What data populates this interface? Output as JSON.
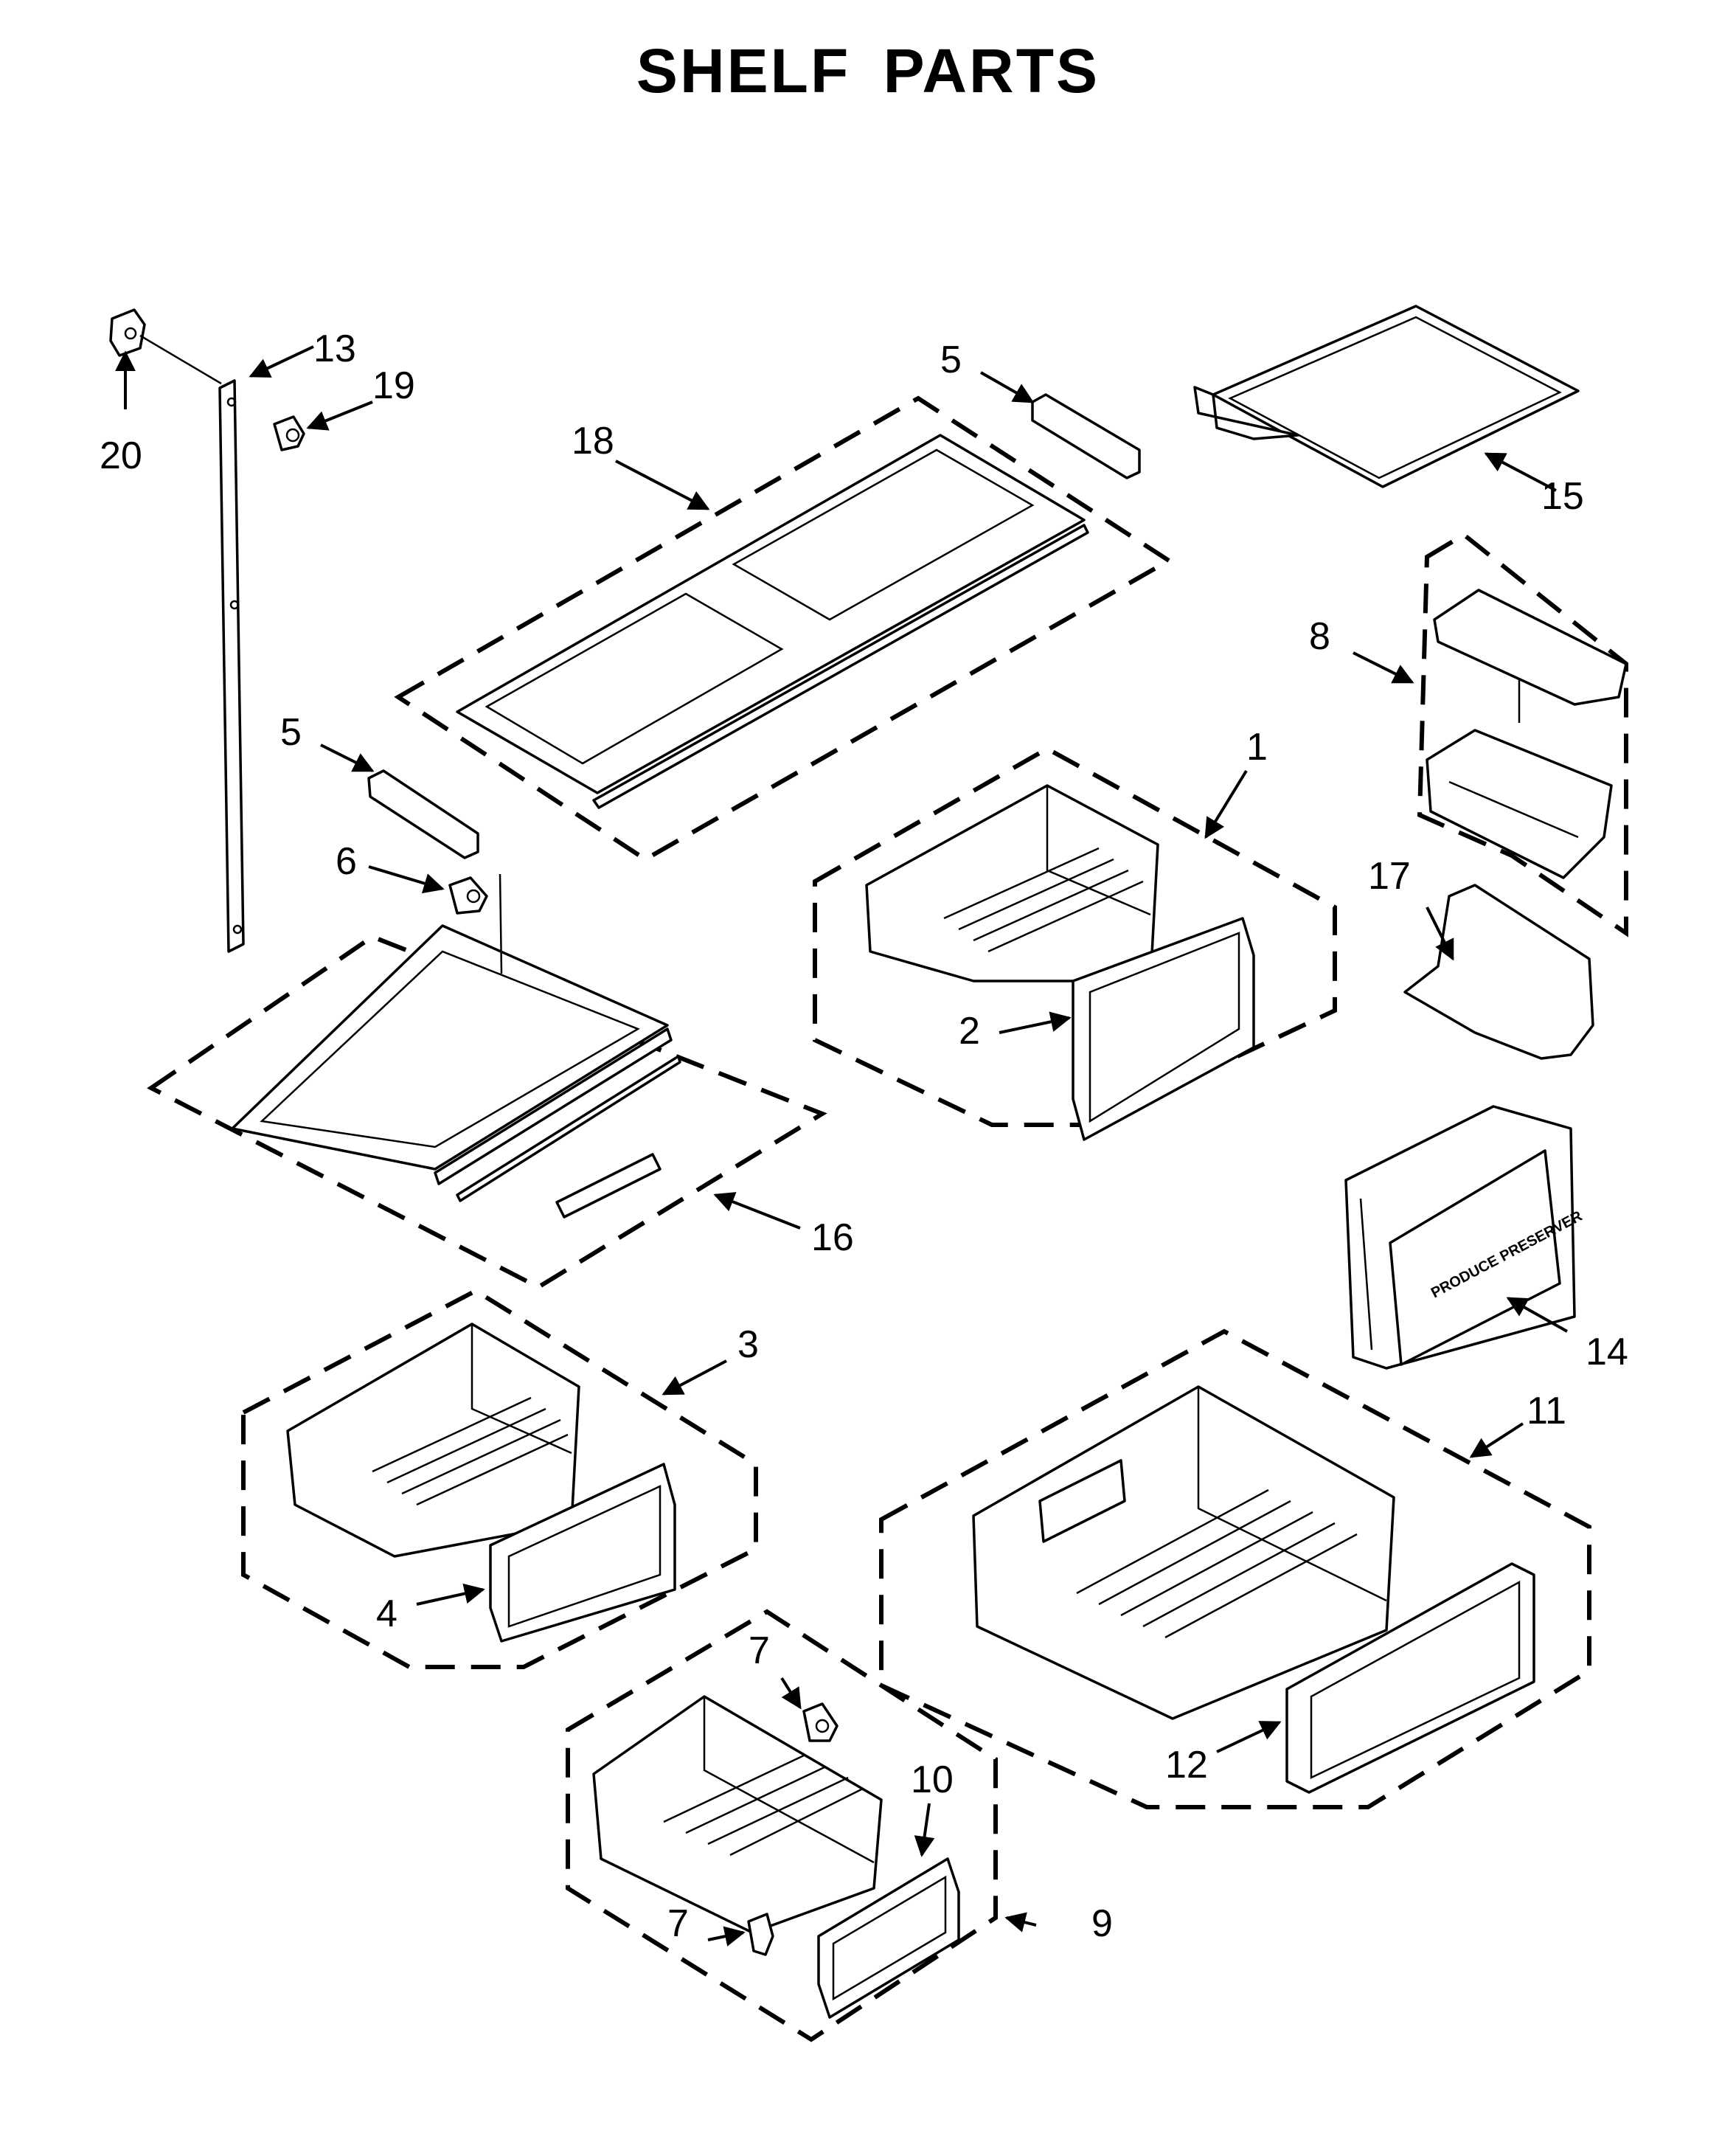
{
  "title": "SHELF PARTS",
  "labels": {
    "l1": "1",
    "l2": "2",
    "l3": "3",
    "l4": "4",
    "l5a": "5",
    "l5b": "5",
    "l6": "6",
    "l7a": "7",
    "l7b": "7",
    "l8": "8",
    "l9": "9",
    "l10": "10",
    "l11": "11",
    "l12": "12",
    "l13": "13",
    "l14": "14",
    "l15": "15",
    "l16": "16",
    "l17": "17",
    "l18": "18",
    "l19": "19",
    "l20": "20"
  },
  "part_print": {
    "produce_preserver": "PRODUCE PRESERVER"
  }
}
